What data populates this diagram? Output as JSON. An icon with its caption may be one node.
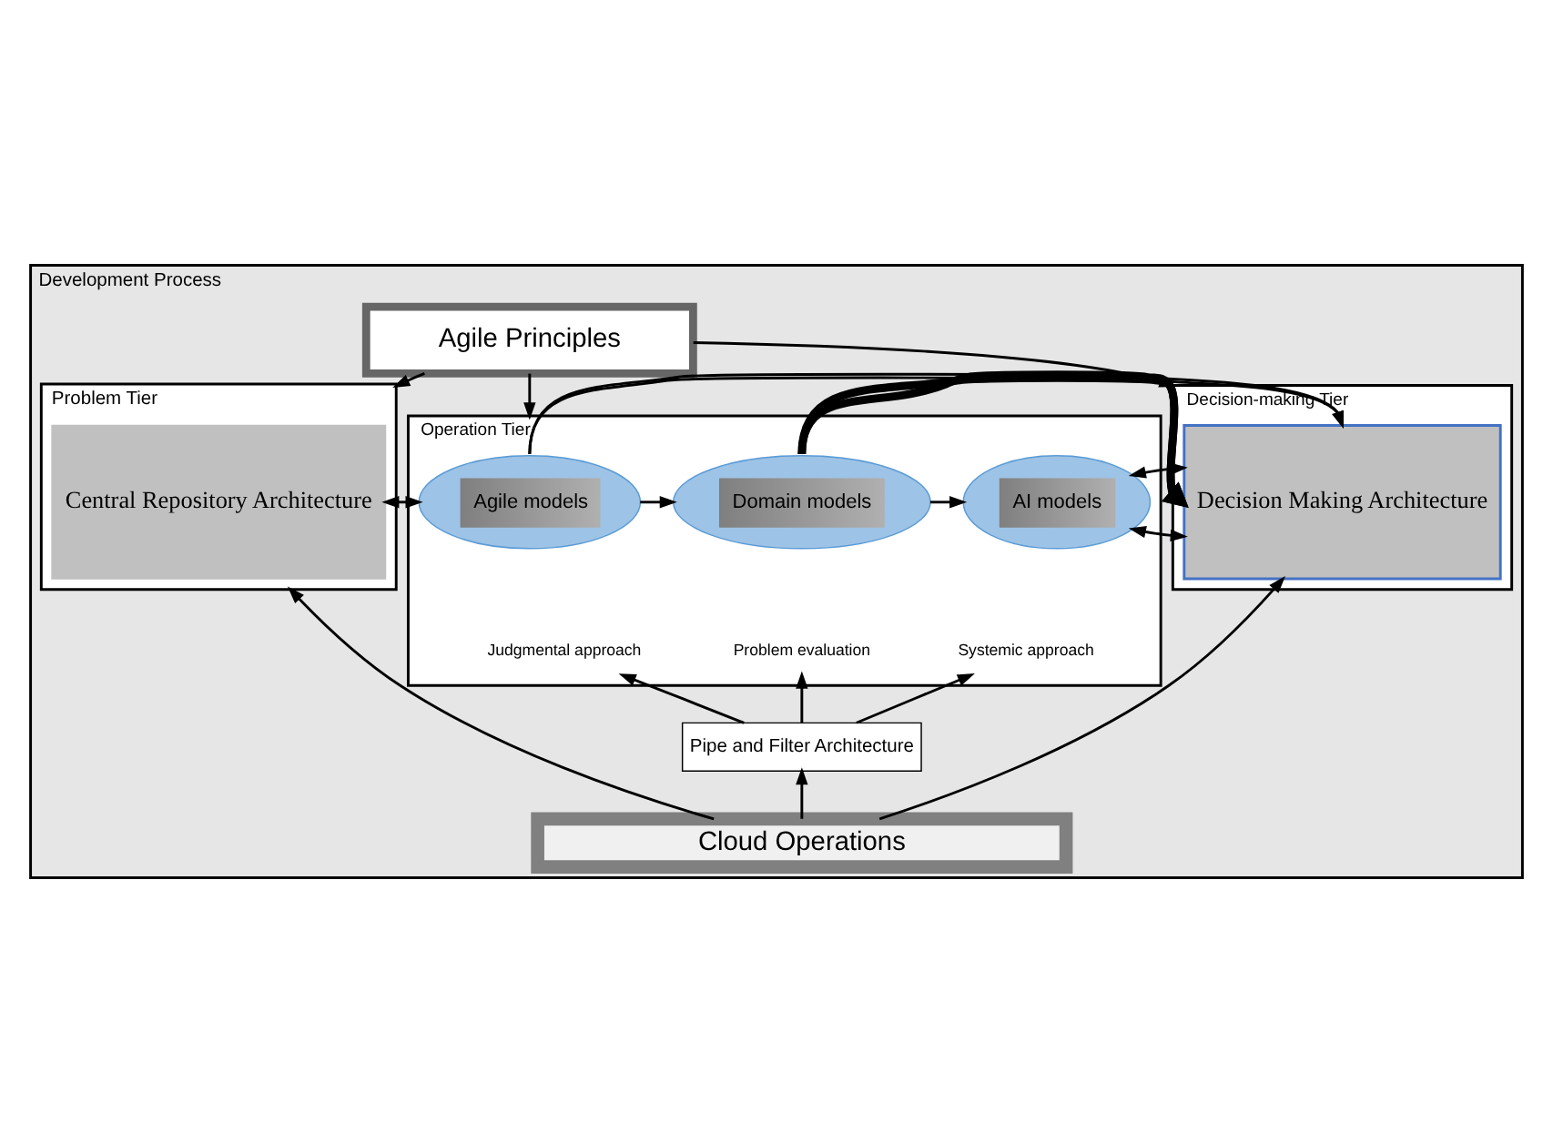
{
  "diagram": {
    "nodes": [
      {
        "text": [
          "Development Process"
        ]
      },
      {
        "text": [
          "Agile Principles"
        ],
        "in": 0
      },
      {
        "text": [
          "Problem Tier"
        ],
        "in": 0
      },
      {
        "text": [
          "Central Repository Architecture"
        ],
        "in": 2
      },
      {
        "text": [
          "Operation Tier"
        ],
        "in": 0
      },
      {
        "text": [
          "Agile models"
        ],
        "in": 4
      },
      {
        "text": [
          "Domain models"
        ],
        "in": 4
      },
      {
        "text": [
          "AI models"
        ],
        "in": 4
      },
      {
        "text": [
          "Judgmental approach"
        ],
        "in": 4
      },
      {
        "text": [
          "Problem evaluation"
        ],
        "in": 4
      },
      {
        "text": [
          "Systemic approach"
        ],
        "in": 4
      },
      {
        "text": [
          "Decision-making Tier"
        ],
        "in": 0
      },
      {
        "text": [
          "Decision Making Architecture"
        ],
        "in": 11
      },
      {
        "text": [
          "Pipe and Filter Architecture"
        ],
        "in": 0
      },
      {
        "text": [
          "Cloud Operations"
        ],
        "in": 0
      }
    ],
    "edges": [
      {
        "from": 1,
        "to": 2,
        "arrow": "to"
      },
      {
        "from": 1,
        "to": 4,
        "arrow": "to"
      },
      {
        "from": 1,
        "to": 11,
        "arrow": "to"
      },
      {
        "from": 3,
        "to": 5,
        "arrow": "both"
      },
      {
        "from": 5,
        "to": 6,
        "arrow": "to"
      },
      {
        "from": 6,
        "to": 7,
        "arrow": "to"
      },
      {
        "from": 7,
        "to": 12,
        "arrow": "both"
      },
      {
        "from": 5,
        "to": 12,
        "arrow": "to"
      },
      {
        "from": 6,
        "to": 12,
        "arrow": "to",
        "style": "thick"
      },
      {
        "from": 13,
        "to": 8,
        "arrow": "to"
      },
      {
        "from": 13,
        "to": 9,
        "arrow": "to"
      },
      {
        "from": 13,
        "to": 10,
        "arrow": "to"
      },
      {
        "from": 14,
        "to": 13,
        "arrow": "to"
      },
      {
        "from": 14,
        "to": 2,
        "arrow": "to"
      },
      {
        "from": 14,
        "to": 12,
        "arrow": "to"
      }
    ]
  }
}
